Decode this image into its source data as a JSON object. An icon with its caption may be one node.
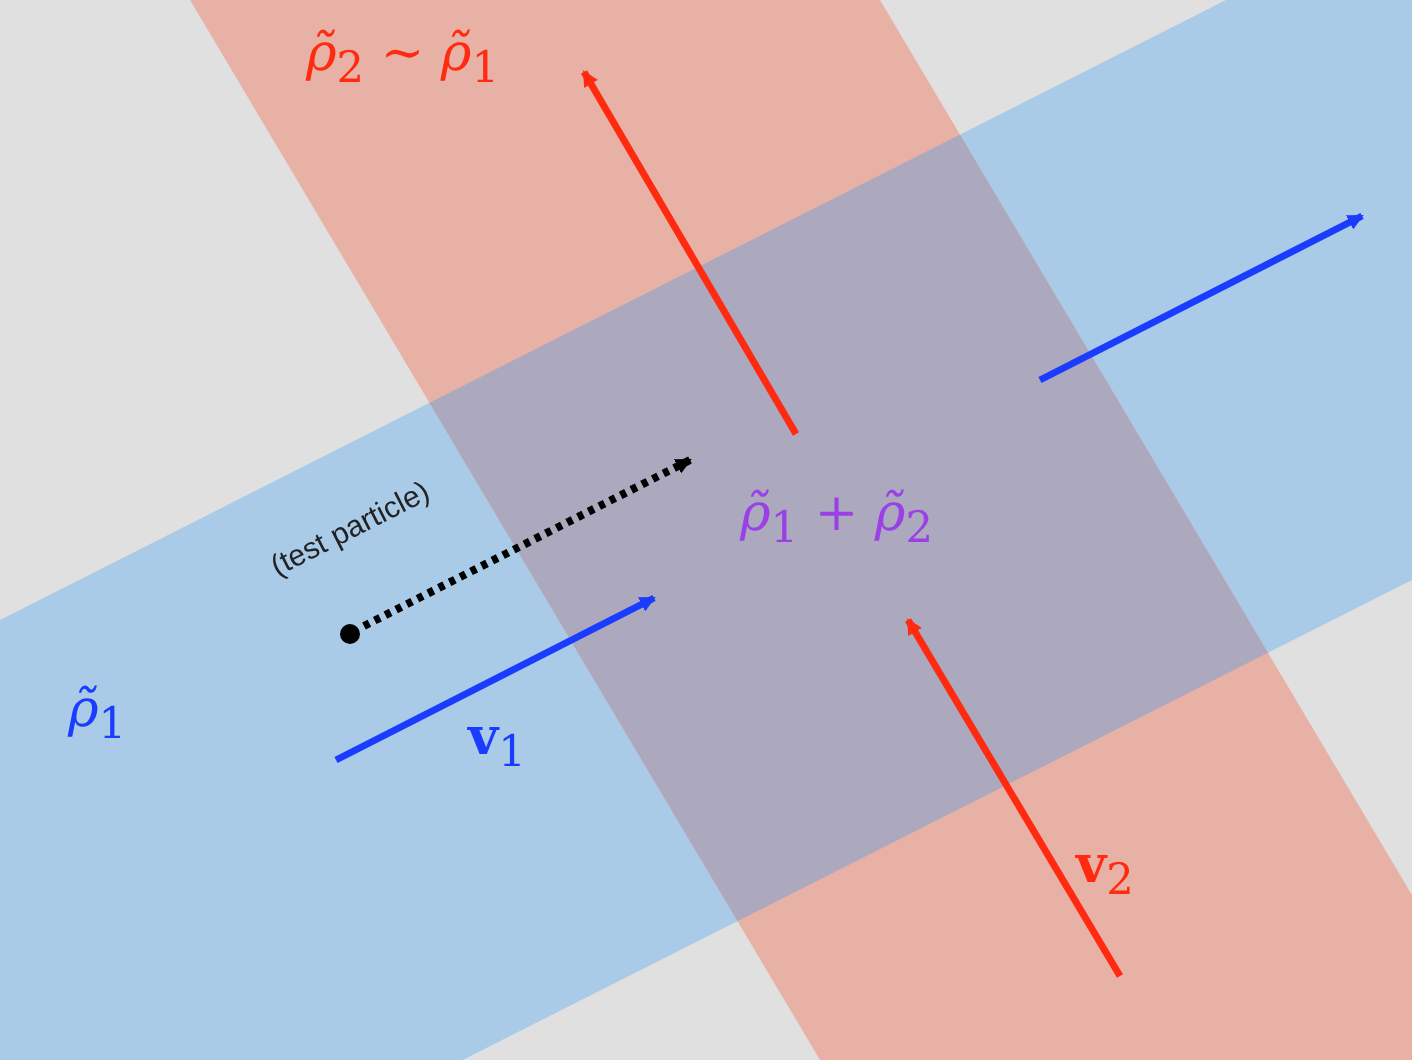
{
  "diagram": {
    "labels": [
      "*ρ̃*$_{2}$ ∼ *ρ̃*$_{1}$",
      "*ρ̃*$_{1}$ + *ρ̃*$_{2}$",
      "(test particle)",
      "*ρ̃*$_{1}$",
      "**v**$_{1}$",
      "**v**$_{2}$"
    ]
  }
}
